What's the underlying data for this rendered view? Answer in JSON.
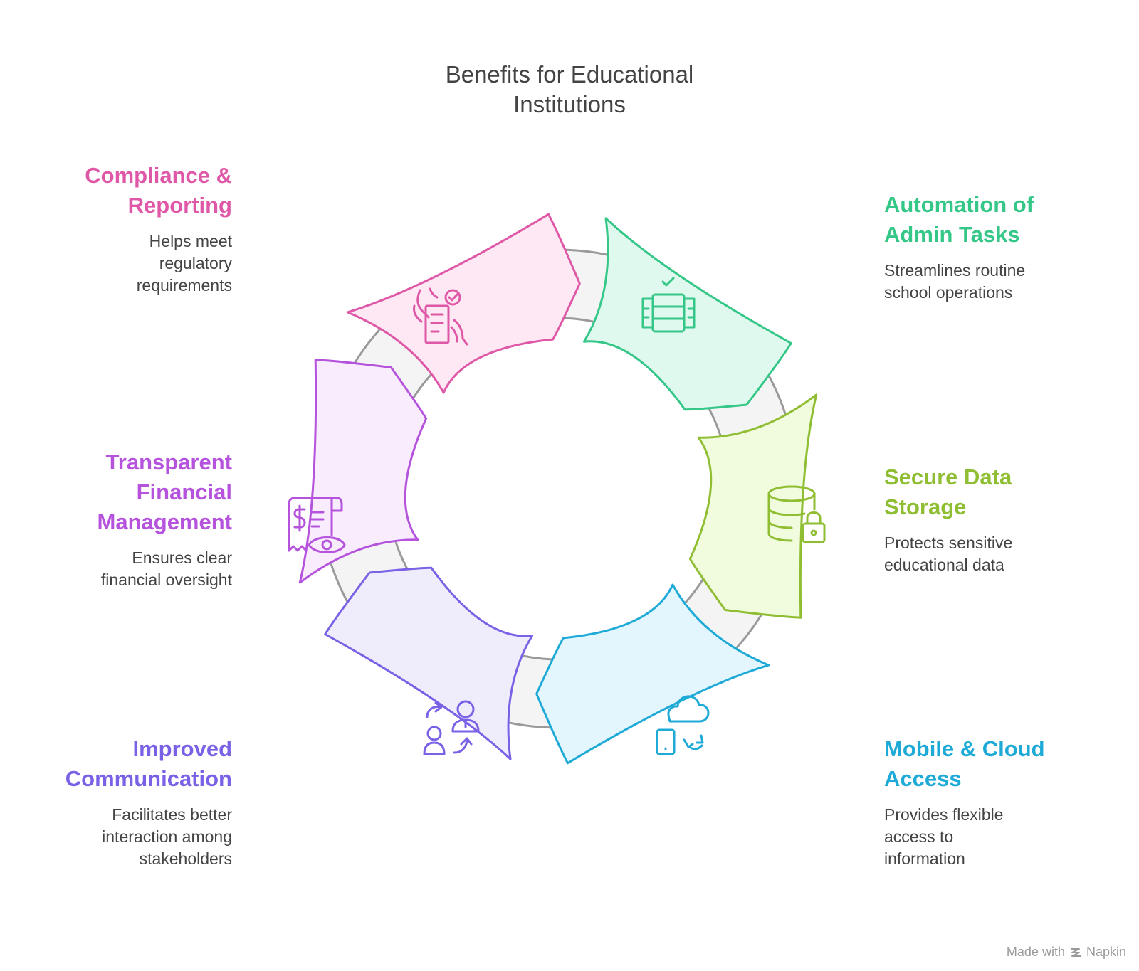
{
  "title": {
    "line1": "Benefits for Educational",
    "line2": "Institutions"
  },
  "items": [
    {
      "id": "automation",
      "color": "#34c787",
      "fill": "#e0f9ee",
      "icon": "server-rack-check-icon",
      "head": [
        "Automation of",
        "Admin Tasks"
      ],
      "desc": [
        "Streamlines routine",
        "school operations"
      ]
    },
    {
      "id": "storage",
      "color": "#8fbe33",
      "fill": "#f1fbde",
      "icon": "database-lock-icon",
      "head": [
        "Secure Data",
        "Storage"
      ],
      "desc": [
        "Protects sensitive",
        "educational data"
      ]
    },
    {
      "id": "mobile",
      "color": "#1eaad6",
      "fill": "#e4f6fd",
      "icon": "cloud-mobile-sync-icon",
      "head": [
        "Mobile & Cloud",
        "Access"
      ],
      "desc": [
        "Provides flexible",
        "access to",
        "information"
      ]
    },
    {
      "id": "communication",
      "color": "#7b61e6",
      "fill": "#efedfc",
      "icon": "people-exchange-icon",
      "head": [
        "Improved",
        "Communication"
      ],
      "desc": [
        "Facilitates better",
        "interaction among",
        "stakeholders"
      ]
    },
    {
      "id": "financial",
      "color": "#b553dd",
      "fill": "#f8ecfd",
      "icon": "receipt-eye-icon",
      "head": [
        "Transparent",
        "Financial",
        "Management"
      ],
      "desc": [
        "Ensures clear",
        "financial oversight"
      ]
    },
    {
      "id": "compliance",
      "color": "#df57a7",
      "fill": "#fde8f3",
      "icon": "document-check-hand-icon",
      "head": [
        "Compliance &",
        "Reporting"
      ],
      "desc": [
        "Helps meet",
        "regulatory",
        "requirements"
      ]
    }
  ],
  "footer": {
    "text": "Made with",
    "brand": "Napkin"
  }
}
